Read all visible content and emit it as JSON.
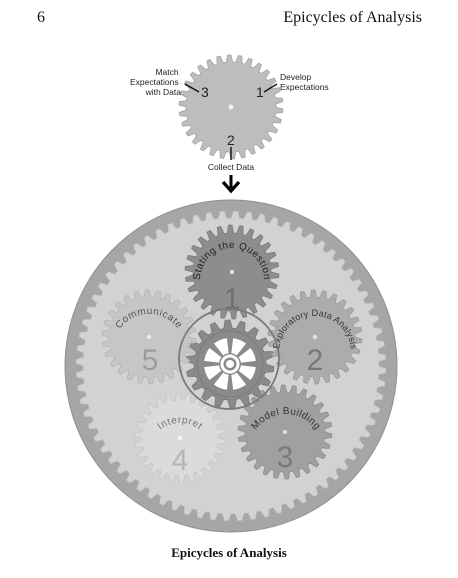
{
  "header": {
    "page_number": "6",
    "running_title": "Epicycles of Analysis"
  },
  "top_gear": {
    "left_label": "Match\nExpectations\nwith Data",
    "left_number": "3",
    "right_label": "Develop\nExpectations",
    "right_number": "1",
    "bottom_number": "2",
    "bottom_label": "Collect Data"
  },
  "planetary": {
    "gears": [
      {
        "number": "1",
        "label": "Stating the Question"
      },
      {
        "number": "2",
        "label": "Exploratory Data Analysis"
      },
      {
        "number": "3",
        "label": "Model Building"
      },
      {
        "number": "4",
        "label": "Interpret"
      },
      {
        "number": "5",
        "label": "Communicate"
      }
    ]
  },
  "caption": "Epicycles of Analysis",
  "colors": {
    "ring": "#a6a6a6",
    "ring_inner": "#d2d2d2",
    "gear1": "#8d8d8d",
    "gear2": "#aaaaaa",
    "gear3": "#9e9e9e",
    "gear4": "#dcdcdc",
    "gear5": "#c6c6c6",
    "top_gear": "#bdbdbd",
    "sun": "#8a8a8a"
  }
}
